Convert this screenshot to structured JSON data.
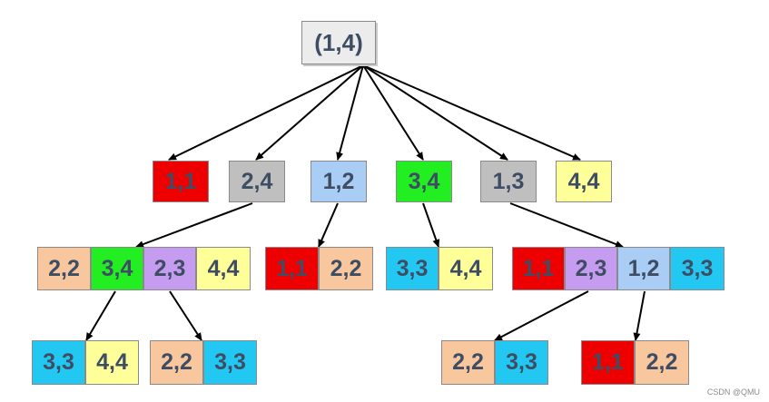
{
  "colors": {
    "red": "#ee0000",
    "gray": "#bfbfbf",
    "lightblue": "#a9cdf4",
    "green": "#22ee22",
    "yellow": "#ffff99",
    "peach": "#f9c79d",
    "purple": "#c69cf0",
    "cyan": "#22c8f2",
    "root": "#ececec",
    "text": "#3e4d63",
    "arrow": "#000000"
  },
  "nodes": [
    {
      "id": "root",
      "label": "(1,4)",
      "color": "root"
    },
    {
      "id": "l1_0",
      "label": "1,1",
      "color": "red"
    },
    {
      "id": "l1_1",
      "label": "2,4",
      "color": "gray"
    },
    {
      "id": "l1_2",
      "label": "1,2",
      "color": "lightblue"
    },
    {
      "id": "l1_3",
      "label": "3,4",
      "color": "green"
    },
    {
      "id": "l1_4",
      "label": "1,3",
      "color": "gray"
    },
    {
      "id": "l1_5",
      "label": "4,4",
      "color": "yellow"
    },
    {
      "id": "l2a_0",
      "label": "2,2",
      "color": "peach"
    },
    {
      "id": "l2a_1",
      "label": "3,4",
      "color": "green"
    },
    {
      "id": "l2a_2",
      "label": "2,3",
      "color": "purple"
    },
    {
      "id": "l2a_3",
      "label": "4,4",
      "color": "yellow"
    },
    {
      "id": "l2b_0",
      "label": "1,1",
      "color": "red"
    },
    {
      "id": "l2b_1",
      "label": "2,2",
      "color": "peach"
    },
    {
      "id": "l2c_0",
      "label": "3,3",
      "color": "cyan"
    },
    {
      "id": "l2c_1",
      "label": "4,4",
      "color": "yellow"
    },
    {
      "id": "l2d_0",
      "label": "1,1",
      "color": "red"
    },
    {
      "id": "l2d_1",
      "label": "2,3",
      "color": "purple"
    },
    {
      "id": "l2d_2",
      "label": "1,2",
      "color": "lightblue"
    },
    {
      "id": "l2d_3",
      "label": "3,3",
      "color": "cyan"
    },
    {
      "id": "l3a_0",
      "label": "3,3",
      "color": "cyan"
    },
    {
      "id": "l3a_1",
      "label": "4,4",
      "color": "yellow"
    },
    {
      "id": "l3b_0",
      "label": "2,2",
      "color": "peach"
    },
    {
      "id": "l3b_1",
      "label": "3,3",
      "color": "cyan"
    },
    {
      "id": "l3c_0",
      "label": "2,2",
      "color": "peach"
    },
    {
      "id": "l3c_1",
      "label": "3,3",
      "color": "cyan"
    },
    {
      "id": "l3d_0",
      "label": "1,1",
      "color": "red"
    },
    {
      "id": "l3d_1",
      "label": "2,2",
      "color": "peach"
    }
  ],
  "edges": [
    {
      "from": "root",
      "to": "l1_0"
    },
    {
      "from": "root",
      "to": "l1_1"
    },
    {
      "from": "root",
      "to": "l1_2"
    },
    {
      "from": "root",
      "to": "l1_3"
    },
    {
      "from": "root",
      "to": "l1_4"
    },
    {
      "from": "root",
      "to": "l1_5"
    },
    {
      "from": "l1_1",
      "to": "l2a_1"
    },
    {
      "from": "l1_2",
      "to": "l2b_0"
    },
    {
      "from": "l1_3",
      "to": "l2c_0"
    },
    {
      "from": "l1_4",
      "to": "l2d_2"
    },
    {
      "from": "l2a_1",
      "to": "l3a_1"
    },
    {
      "from": "l2a_2",
      "to": "l3b_1"
    },
    {
      "from": "l2d_1",
      "to": "l3c_1"
    },
    {
      "from": "l2d_2",
      "to": "l3d_1"
    }
  ],
  "watermark": "CSDN @QMU"
}
